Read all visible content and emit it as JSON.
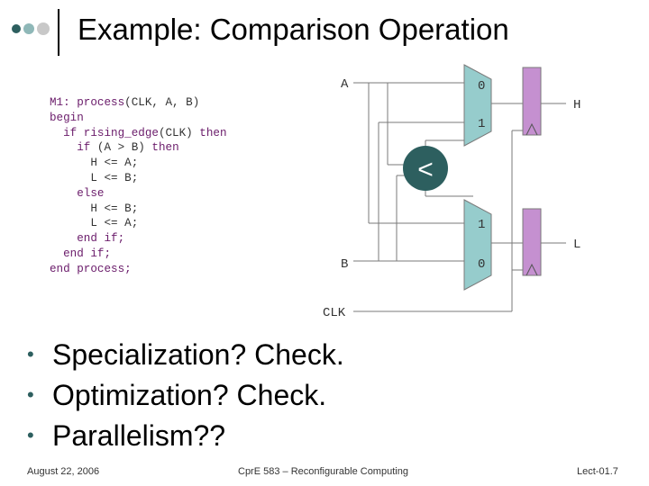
{
  "title": "Example: Comparison Operation",
  "code": [
    {
      "indent": "",
      "parts": [
        {
          "t": "M1: process",
          "k": true
        },
        {
          "t": "(CLK, A, B)",
          "k": false
        }
      ]
    },
    {
      "indent": "",
      "parts": [
        {
          "t": "begin",
          "k": true
        }
      ]
    },
    {
      "indent": "  ",
      "parts": [
        {
          "t": "if rising_edge",
          "k": true
        },
        {
          "t": "(CLK) ",
          "k": false
        },
        {
          "t": "then",
          "k": true
        }
      ]
    },
    {
      "indent": "    ",
      "parts": [
        {
          "t": "if",
          "k": true
        },
        {
          "t": " (A > B) ",
          "k": false
        },
        {
          "t": "then",
          "k": true
        }
      ]
    },
    {
      "indent": "      ",
      "parts": [
        {
          "t": "H <= A;",
          "k": false
        }
      ]
    },
    {
      "indent": "      ",
      "parts": [
        {
          "t": "L <= B;",
          "k": false
        }
      ]
    },
    {
      "indent": "    ",
      "parts": [
        {
          "t": "else",
          "k": true
        }
      ]
    },
    {
      "indent": "      ",
      "parts": [
        {
          "t": "H <= B;",
          "k": false
        }
      ]
    },
    {
      "indent": "      ",
      "parts": [
        {
          "t": "L <= A;",
          "k": false
        }
      ]
    },
    {
      "indent": "    ",
      "parts": [
        {
          "t": "end if;",
          "k": true
        }
      ]
    },
    {
      "indent": "  ",
      "parts": [
        {
          "t": "end if;",
          "k": true
        }
      ]
    },
    {
      "indent": "",
      "parts": [
        {
          "t": "end process;",
          "k": true
        }
      ]
    }
  ],
  "diagram": {
    "input_a": "A",
    "input_b": "B",
    "clock": "CLK",
    "output_h": "H",
    "output_l": "L",
    "mux_top": {
      "in0": "0",
      "in1": "1"
    },
    "mux_bottom": {
      "in1": "1",
      "in0": "0"
    },
    "comparator": "<"
  },
  "bullets": [
    "Specialization? Check.",
    "Optimization? Check.",
    "Parallelism??"
  ],
  "footer": {
    "date": "August 22, 2006",
    "course": "CprE 583 – Reconfigurable Computing",
    "lecture": "Lect-01.7"
  },
  "colors": {
    "accent": "#2d5f5f",
    "mux_fill": "#96cccc",
    "register_fill": "#c590d0",
    "dot_gray": "#a0a0a0"
  }
}
